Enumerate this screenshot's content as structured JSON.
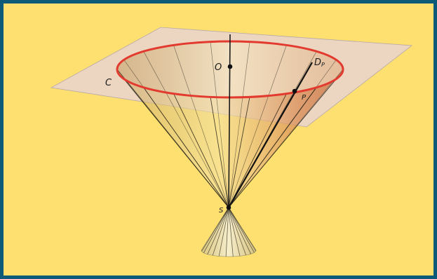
{
  "diagram": {
    "labels": {
      "center": "O",
      "curve": "C",
      "apex": "S",
      "point": "P",
      "generatrix_main": "D",
      "generatrix_sub": "P"
    },
    "colors": {
      "border": "#0d5a78",
      "background": "#fde06f",
      "plane": "#ead3d0",
      "circle": "#e23a2e",
      "cone_light": "#f1d78d",
      "cone_dark": "#c8864f",
      "lines": "#1b1b1b"
    },
    "elements": [
      "plane",
      "circle-directrix",
      "cone-upper-nappe",
      "cone-lower-nappe",
      "axis",
      "generatrix-line",
      "apex-point",
      "center-point",
      "point-on-circle"
    ]
  }
}
